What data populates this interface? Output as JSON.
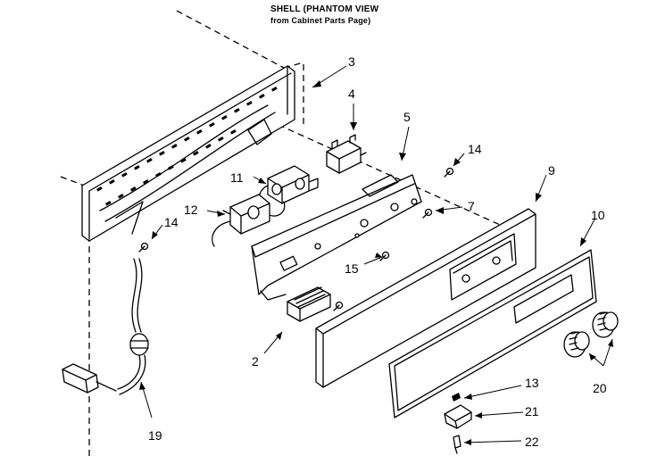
{
  "header": {
    "line1": "SHELL (PHANTOM VIEW",
    "line2": "from Cabinet Parts Page)"
  },
  "callouts": [
    {
      "id": "c3",
      "text": "3"
    },
    {
      "id": "c4",
      "text": "4"
    },
    {
      "id": "c5",
      "text": "5"
    },
    {
      "id": "c14a",
      "text": "14"
    },
    {
      "id": "c9",
      "text": "9"
    },
    {
      "id": "c10",
      "text": "10"
    },
    {
      "id": "c11",
      "text": "11"
    },
    {
      "id": "c12",
      "text": "12"
    },
    {
      "id": "c7",
      "text": "7"
    },
    {
      "id": "c14b",
      "text": "14"
    },
    {
      "id": "c15",
      "text": "15"
    },
    {
      "id": "c2",
      "text": "2"
    },
    {
      "id": "c13",
      "text": "13"
    },
    {
      "id": "c21",
      "text": "21"
    },
    {
      "id": "c20",
      "text": "20"
    },
    {
      "id": "c19",
      "text": "19"
    },
    {
      "id": "c22",
      "text": "22"
    }
  ]
}
